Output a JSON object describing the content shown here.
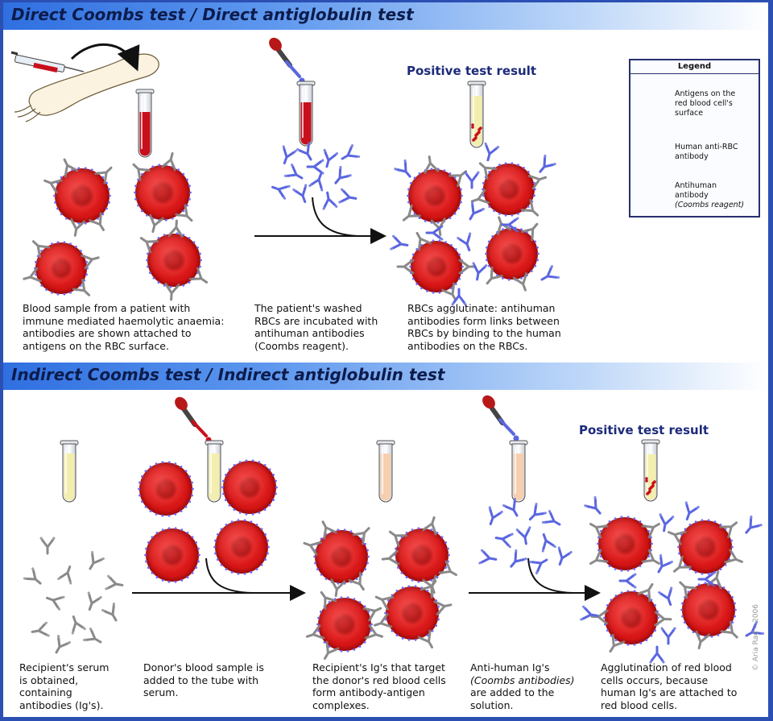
{
  "direct": {
    "title": "Direct Coombs test / Direct antiglobulin test",
    "result_heading": "Positive test result",
    "captions": [
      [
        "Blood sample from a patient with",
        "immune mediated haemolytic anaemia:",
        "antibodies are shown attached to",
        "antigens on the RBC surface."
      ],
      [
        "The patient's washed",
        "RBCs are incubated with",
        "antihuman antibodies",
        "(Coombs reagent)."
      ],
      [
        "RBCs agglutinate: antihuman",
        "antibodies form links between",
        "RBCs by binding to the human",
        "antibodies on the RBCs."
      ]
    ]
  },
  "indirect": {
    "title": "Indirect Coombs test / Indirect antiglobulin test",
    "result_heading": "Positive test result",
    "captions": [
      [
        "Recipient's serum",
        "is obtained,",
        "containing",
        "antibodies (Ig's)."
      ],
      [
        "Donor's blood sample is",
        "added to the tube with",
        "serum."
      ],
      [
        "Recipient's Ig's that target",
        "the donor's red blood cells",
        "form antibody-antigen",
        "complexes."
      ],
      [
        "Anti-human Ig's",
        "(Coombs antibodies)",
        "are added to the",
        "solution."
      ],
      [
        "Agglutination of red blood",
        "cells occurs, because",
        "human Ig's are attached to",
        "red blood cells."
      ]
    ]
  },
  "legend": {
    "title": "Legend",
    "items": [
      [
        "Antigens on the",
        "red blood cell's",
        "surface"
      ],
      [
        "Human anti-RBC",
        "antibody"
      ],
      [
        "Antihuman",
        "antibody",
        "(Coombs reagent)"
      ]
    ]
  },
  "credit": "© Aria Rad – 2006",
  "colors": {
    "rbc": "#d81818",
    "rbc_dark": "#9a0a0a",
    "antigen": "#6a6aff",
    "human_antibody": "#8a8a8a",
    "antihuman_antibody": "#5a66e0",
    "blood": "#c8101c",
    "serum": "#f3eeae",
    "serum_orange": "#f6cfb0"
  }
}
